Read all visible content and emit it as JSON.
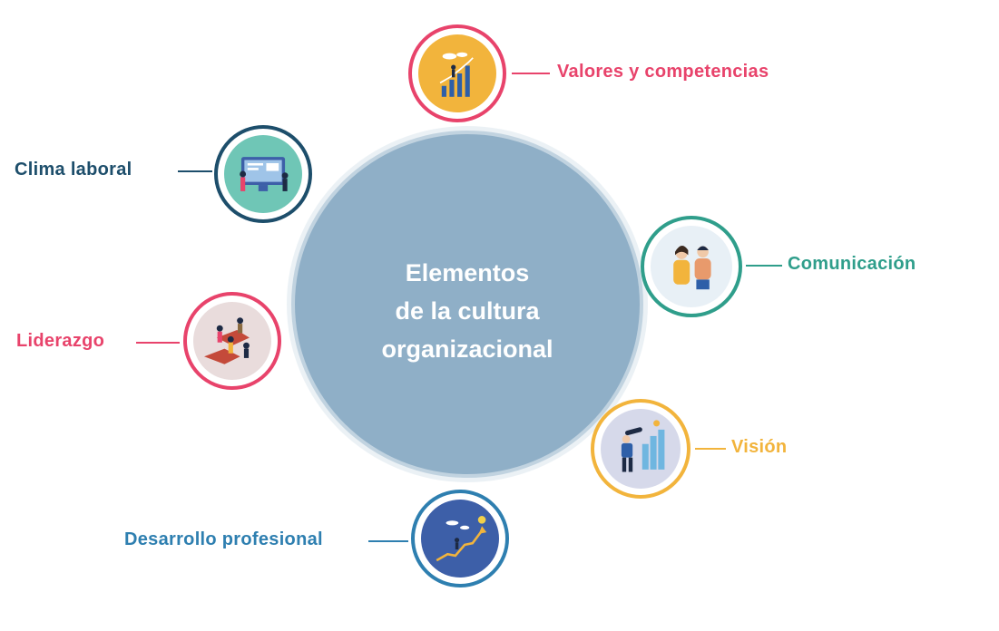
{
  "center": {
    "line1": "Elementos",
    "line2": "de la cultura",
    "line3": "organizacional"
  },
  "nodes": [
    {
      "id": "valores",
      "label": "Valores y competencias",
      "color": "#e8436b",
      "fill": "#f2b43c",
      "icon": "growth-chart-icon"
    },
    {
      "id": "clima",
      "label": "Clima laboral",
      "color": "#1d4e6b",
      "fill": "#6fc6b6",
      "icon": "computer-team-icon"
    },
    {
      "id": "comunicacion",
      "label": "Comunicación",
      "color": "#2f9e8b",
      "fill": "#e8f0f6",
      "icon": "conversation-icon"
    },
    {
      "id": "liderazgo",
      "label": "Liderazgo",
      "color": "#e8436b",
      "fill": "#e9dcdc",
      "icon": "leadership-icon"
    },
    {
      "id": "vision",
      "label": "Visión",
      "color": "#f2b43c",
      "fill": "#d6d9ea",
      "icon": "telescope-icon"
    },
    {
      "id": "desarrollo",
      "label": "Desarrollo profesional",
      "color": "#2e7fb0",
      "fill": "#3d5fa8",
      "icon": "career-growth-icon"
    }
  ]
}
